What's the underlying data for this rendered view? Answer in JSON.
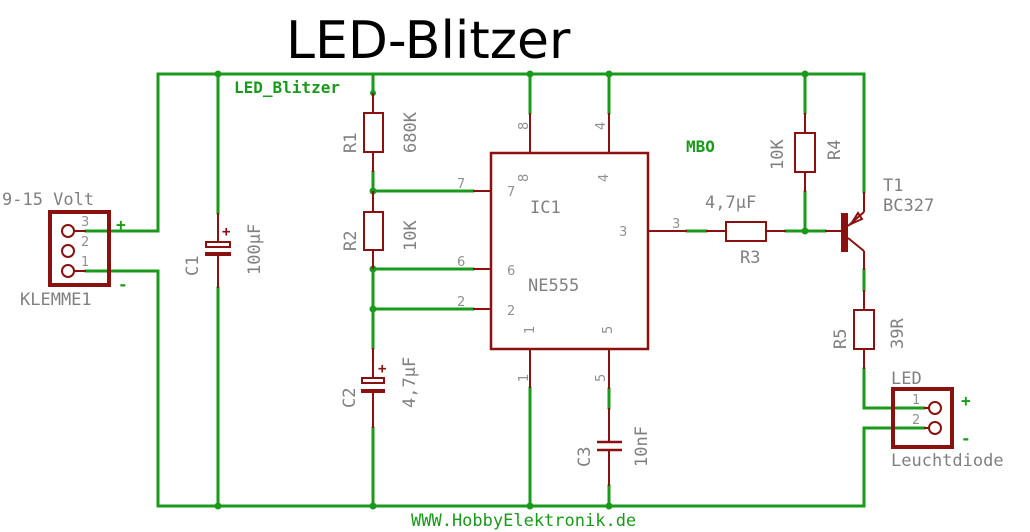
{
  "title": "LED-Blitzer",
  "net_label": "LED_Blitzer",
  "net_label_mbo": "MBO",
  "footer": "WWW.HobbyElektronik.de",
  "power_terminal": {
    "label": "9-15 Volt",
    "name": "KLEMME1",
    "pins": [
      "3",
      "2",
      "1"
    ],
    "plus": "+",
    "minus": "-"
  },
  "components": {
    "C1": {
      "name": "C1",
      "value": "100µF",
      "polarity": "+"
    },
    "R1": {
      "name": "R1",
      "value": "680K"
    },
    "R2": {
      "name": "R2",
      "value": "10K"
    },
    "C2": {
      "name": "C2",
      "value": "4,7µF",
      "polarity": "+"
    },
    "IC1": {
      "name": "IC1",
      "value": "NE555",
      "pins_inner": {
        "p8": "8",
        "p4": "4",
        "p7": "7",
        "p6": "6",
        "p2": "2",
        "p3": "3",
        "p1": "1",
        "p5": "5"
      },
      "pins_outer": {
        "p8": "8",
        "p4": "4",
        "p7": "7",
        "p6": "6",
        "p2": "2",
        "p3": "3",
        "p1": "1",
        "p5": "5"
      }
    },
    "C3": {
      "name": "C3",
      "value": "10nF"
    },
    "R3": {
      "name": "R3",
      "value": "4,7µF"
    },
    "R4": {
      "name": "R4",
      "value": "10K"
    },
    "T1": {
      "name": "T1",
      "value": "BC327"
    },
    "R5": {
      "name": "R5",
      "value": "39R"
    },
    "LED": {
      "label": "LED",
      "name": "Leuchtdiode",
      "pins": [
        "1",
        "2"
      ],
      "plus": "+",
      "minus": "-"
    }
  },
  "colors": {
    "wire": "#1a9a1a",
    "part": "#8b1010",
    "label": "#808080",
    "title": "#000000"
  }
}
